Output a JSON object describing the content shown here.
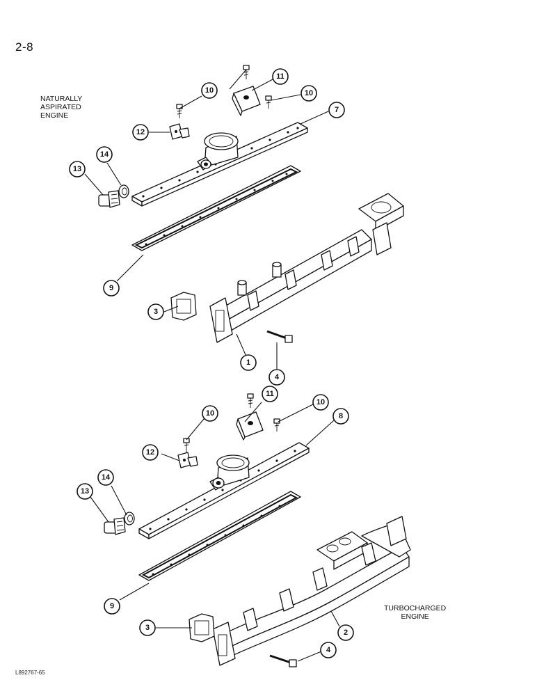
{
  "page": {
    "number": "2-8",
    "footer_code": "L892767-65"
  },
  "captions": {
    "naturally_aspirated": [
      "NATURALLY",
      "ASPIRATED",
      "ENGINE"
    ],
    "turbocharged": [
      "TURBOCHARGED",
      "ENGINE"
    ]
  },
  "callouts": {
    "top": {
      "c10a": "10",
      "c11": "11",
      "c10b": "10",
      "c7": "7",
      "c12": "12",
      "c14": "14",
      "c13": "13",
      "c9": "9",
      "c3": "3",
      "c1": "1",
      "c4": "4"
    },
    "bottom": {
      "c11": "11",
      "c10a": "10",
      "c10b": "10",
      "c8": "8",
      "c12": "12",
      "c14": "14",
      "c13": "13",
      "c9": "9",
      "c3": "3",
      "c2": "2",
      "c4": "4"
    }
  }
}
